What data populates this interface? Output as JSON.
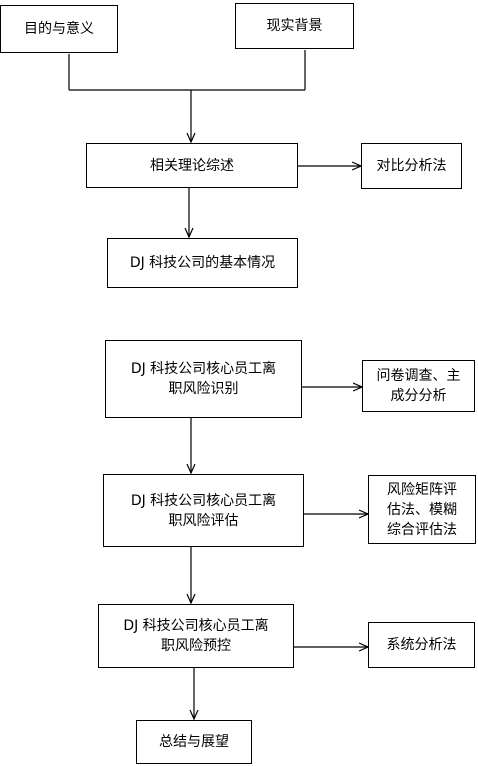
{
  "nodes": {
    "purpose": "目的与意义",
    "background": "现实背景",
    "theory": "相关理论综述",
    "compare": "对比分析法",
    "company": "DJ 科技公司的基本情况",
    "identify": "DJ 科技公司核心员工离\n职风险识别",
    "survey": "问卷调查、主\n成分分析",
    "evaluate": "DJ 科技公司核心员工离\n职风险评估",
    "matrix": "风险矩阵评\n估法、模糊\n综合评估法",
    "control": "DJ 科技公司核心员工离\n职风险预控",
    "system": "系统分析法",
    "summary": "总结与展望"
  }
}
